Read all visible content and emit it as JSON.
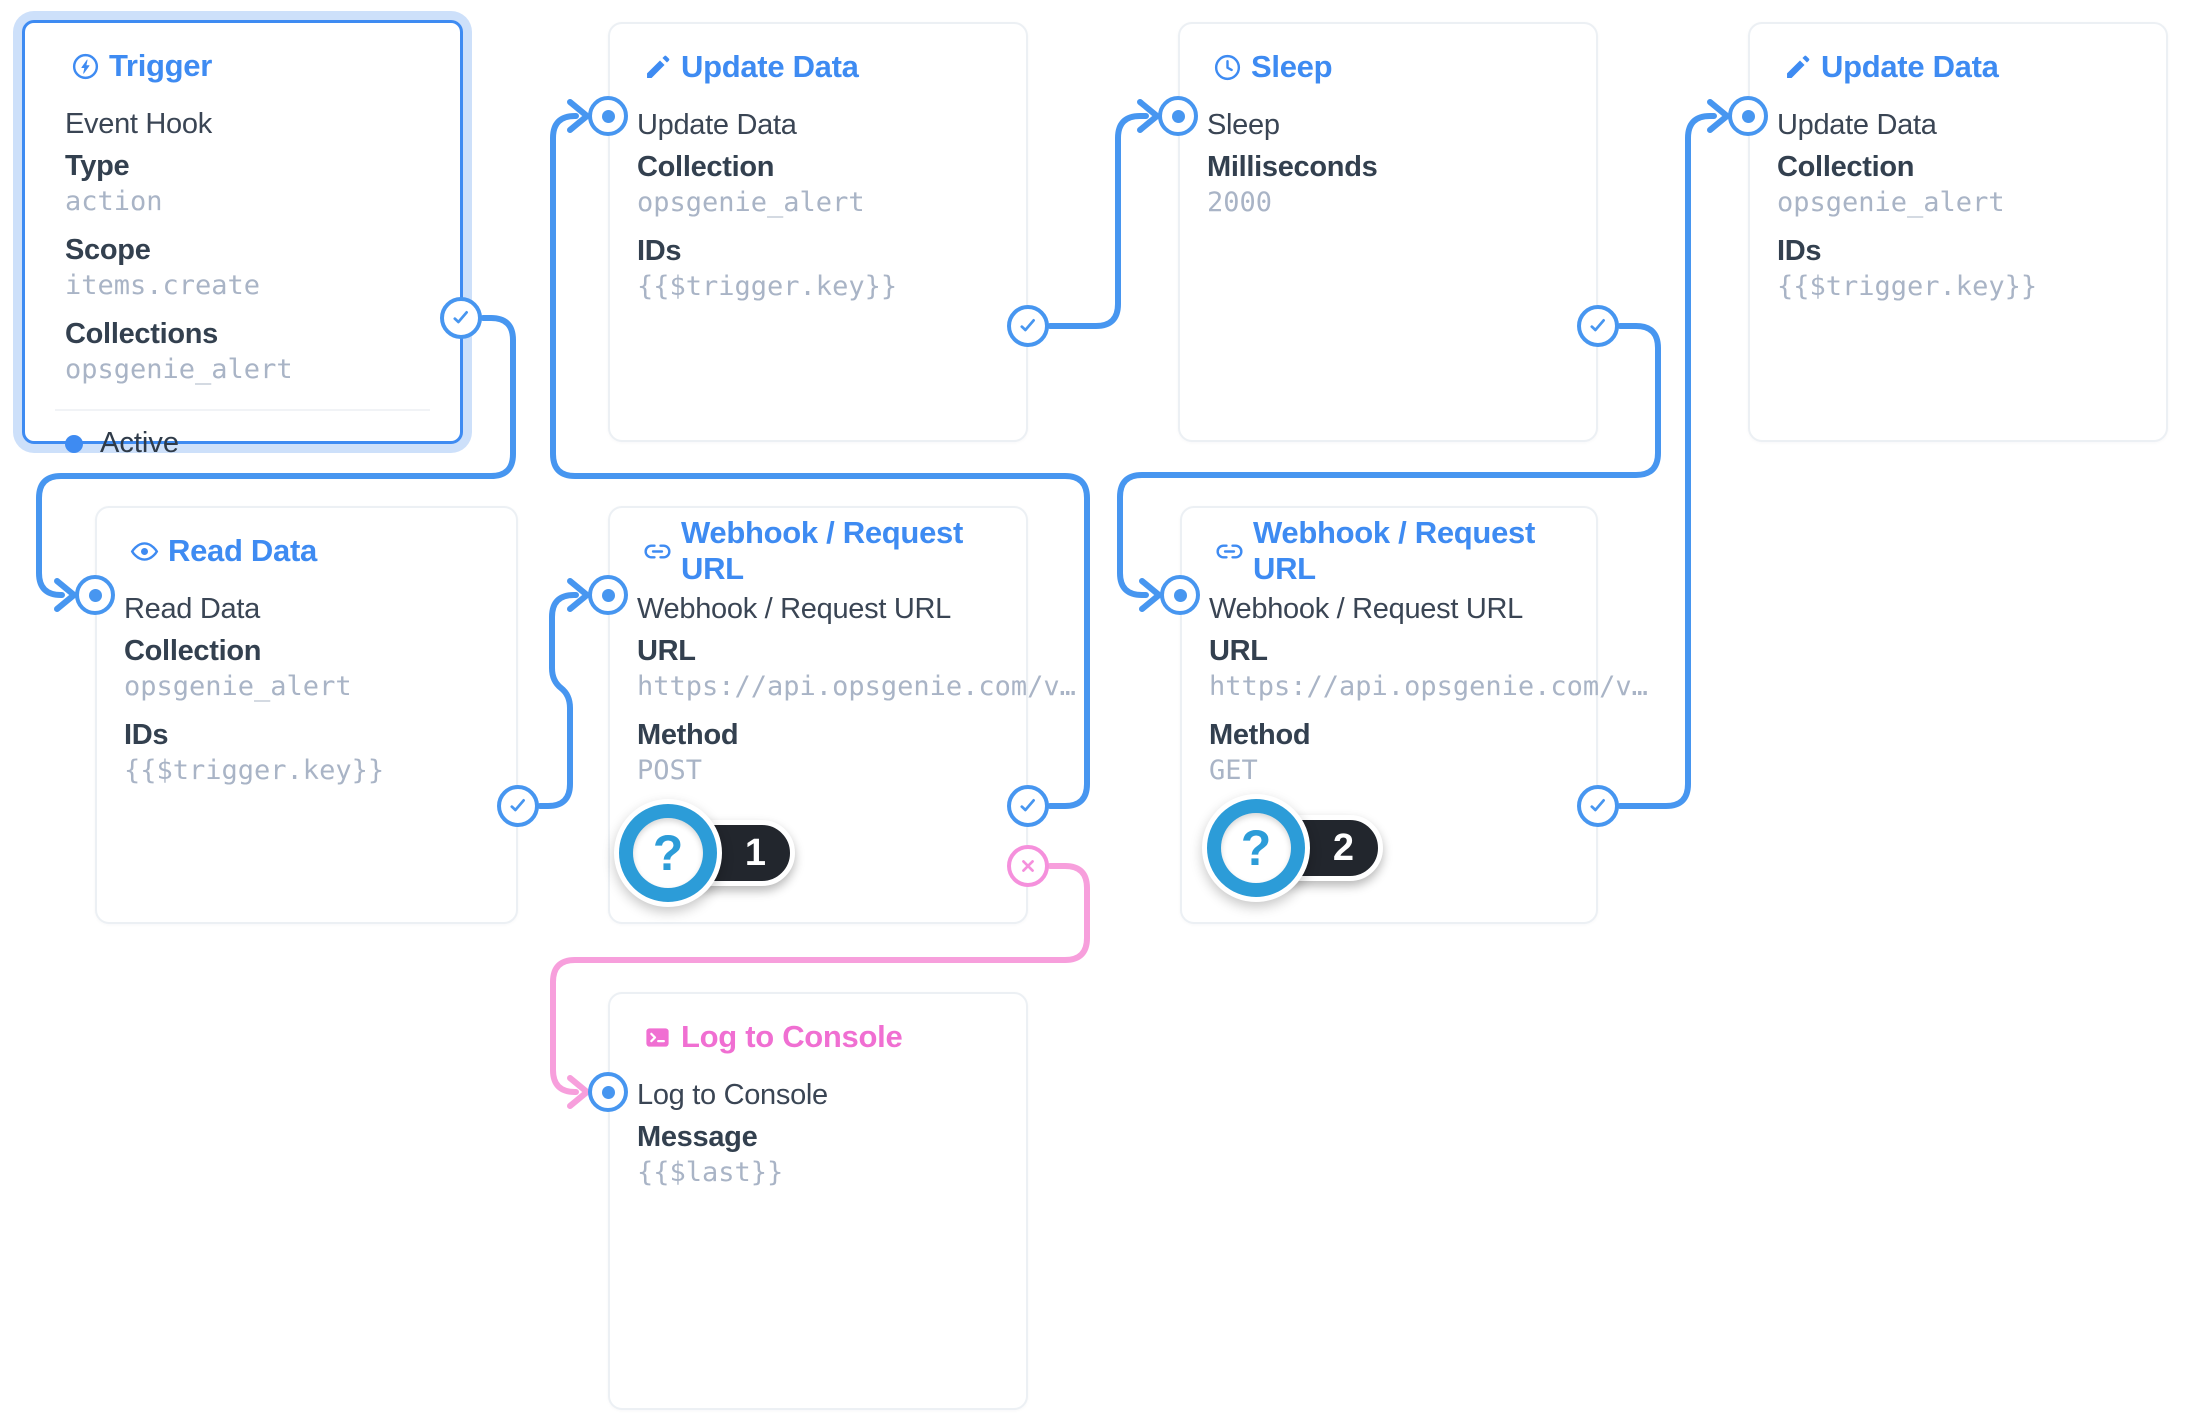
{
  "nodes": [
    {
      "title": "Trigger",
      "icon": "bolt-circle-icon",
      "name": "Event Hook",
      "status": "Active",
      "fields": [
        {
          "label": "Type",
          "value": "action"
        },
        {
          "label": "Scope",
          "value": "items.create"
        },
        {
          "label": "Collections",
          "value": "opsgenie_alert"
        }
      ]
    },
    {
      "title": "Update Data",
      "icon": "pencil-icon",
      "name": "Update Data",
      "fields": [
        {
          "label": "Collection",
          "value": "opsgenie_alert"
        },
        {
          "label": "IDs",
          "value": "{{$trigger.key}}"
        }
      ]
    },
    {
      "title": "Sleep",
      "icon": "clock-icon",
      "name": "Sleep",
      "fields": [
        {
          "label": "Milliseconds",
          "value": "2000"
        }
      ]
    },
    {
      "title": "Update Data",
      "icon": "pencil-icon",
      "name": "Update Data",
      "fields": [
        {
          "label": "Collection",
          "value": "opsgenie_alert"
        },
        {
          "label": "IDs",
          "value": "{{$trigger.key}}"
        }
      ]
    },
    {
      "title": "Read Data",
      "icon": "eye-icon",
      "name": "Read Data",
      "fields": [
        {
          "label": "Collection",
          "value": "opsgenie_alert"
        },
        {
          "label": "IDs",
          "value": "{{$trigger.key}}"
        }
      ]
    },
    {
      "title": "Webhook / Request URL",
      "icon": "link-icon",
      "name": "Webhook / Request URL",
      "fields": [
        {
          "label": "URL",
          "value": "https://api.opsgenie.com/v…"
        },
        {
          "label": "Method",
          "value": "POST"
        }
      ]
    },
    {
      "title": "Webhook / Request URL",
      "icon": "link-icon",
      "name": "Webhook / Request URL",
      "fields": [
        {
          "label": "URL",
          "value": "https://api.opsgenie.com/v…"
        },
        {
          "label": "Method",
          "value": "GET"
        }
      ]
    },
    {
      "title": "Log to Console",
      "icon": "terminal-icon",
      "name": "Log to Console",
      "fields": [
        {
          "label": "Message",
          "value": "{{$last}}"
        }
      ]
    }
  ],
  "badges": [
    {
      "circle_glyph": "?",
      "number": "1"
    },
    {
      "circle_glyph": "?",
      "number": "2"
    }
  ],
  "colors": {
    "accent_blue": "#3e8bf2",
    "edge_blue": "#4796f0",
    "pink_title": "#f06fd2",
    "edge_pink": "#f79fdc",
    "badge_blue": "#2c9cd8",
    "pill_dark": "#22262d",
    "text_dark": "#3a4554",
    "mono_gray": "#a9b4c6",
    "trigger_glow": "#cde0fa",
    "card_border": "#ecf0f4"
  }
}
